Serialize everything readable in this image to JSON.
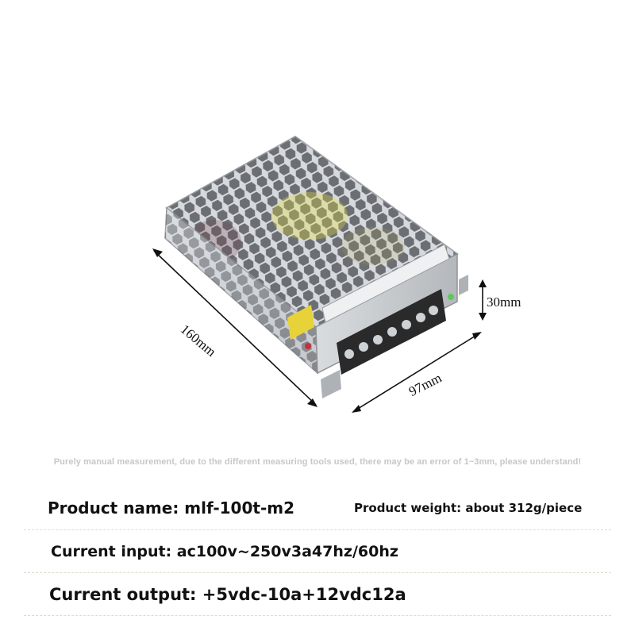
{
  "dimensions": {
    "length": "160mm",
    "width": "97mm",
    "height": "30mm"
  },
  "disclaimer": "Purely manual measurement, due to the different measuring tools used, there may be an error of 1~3mm, please understand!",
  "specs": {
    "product_name": "Product name: mlf-100t-m2",
    "weight": "Product weight: about 312g/piece",
    "input": "Current input: ac100v~250v3a47hz/60hz",
    "output": "Current output: +5vdc-10a+12vdc12a"
  },
  "colors": {
    "casing": "#c9ccd0",
    "pcb_yellow": "#e8df3a",
    "terminal": "#2a2a2a",
    "disclaimer": "#c7c7c7"
  }
}
